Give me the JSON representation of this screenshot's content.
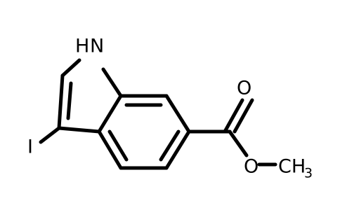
{
  "molecule": {
    "atoms": {
      "nh": "H",
      "n": "N",
      "iodine": "I",
      "carbonyl_oxygen": "O",
      "ester_oxygen": "O",
      "methyl": "CH",
      "methyl_subscript": "3"
    }
  }
}
